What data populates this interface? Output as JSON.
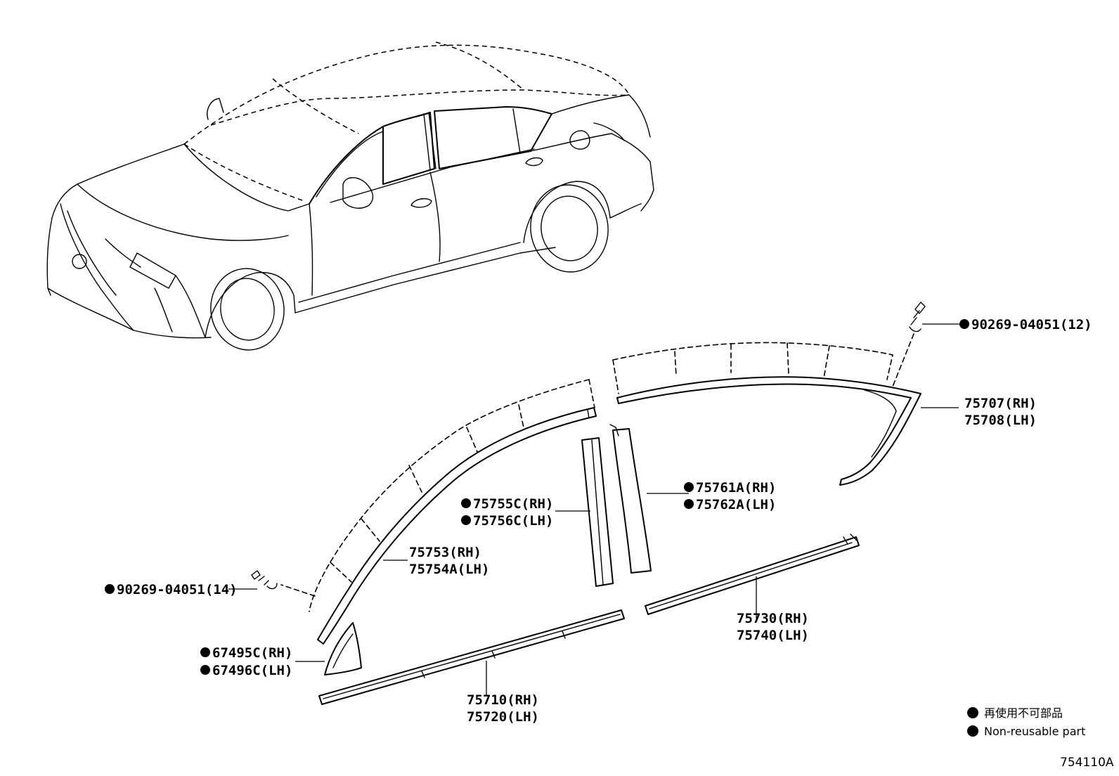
{
  "diagram_id": "754110A",
  "legend": {
    "jp": "再使用不可部品",
    "en": "Non-reusable part"
  },
  "parts": {
    "clip_12": {
      "code": "90269-04051(12)",
      "non_reusable": true
    },
    "clip_14": {
      "code": "90269-04051(14)",
      "non_reusable": true
    },
    "roof_molding": {
      "rh": "75707(RH)",
      "lh": "75708(LH)"
    },
    "pillar_rear": {
      "rh": "75761A(RH)",
      "lh": "75762A(LH)",
      "non_reusable": true
    },
    "pillar_center": {
      "rh": "75755C(RH)",
      "lh": "75756C(LH)",
      "non_reusable": true
    },
    "front_pillar": {
      "rh": "75753(RH)",
      "lh": "75754A(LH)"
    },
    "rear_belt": {
      "rh": "75730(RH)",
      "lh": "75740(LH)"
    },
    "corner_piece": {
      "rh": "67495C(RH)",
      "lh": "67496C(LH)",
      "non_reusable": true
    },
    "front_belt": {
      "rh": "75710(RH)",
      "lh": "75720(LH)"
    }
  }
}
